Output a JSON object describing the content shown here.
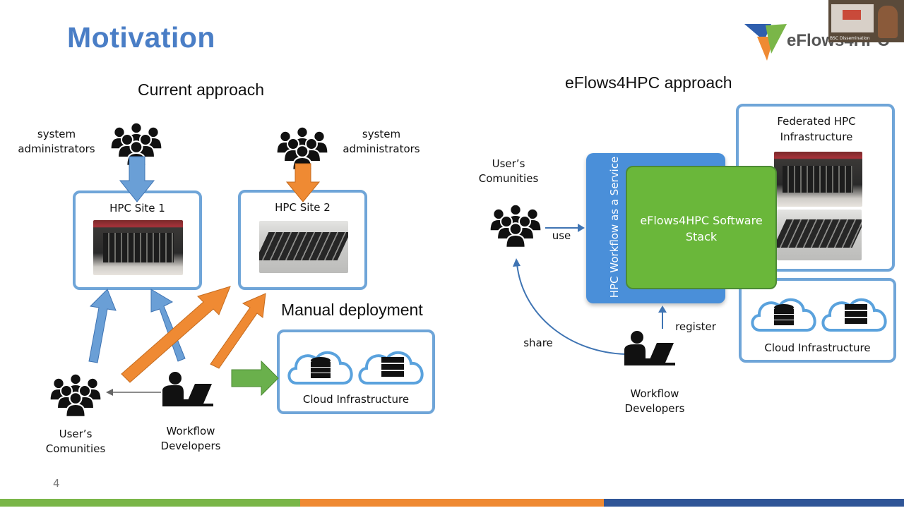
{
  "slide": {
    "title": "Motivation",
    "page_number": "4"
  },
  "current": {
    "heading": "Current approach",
    "sysadmin_left": "system administrators",
    "sysadmin_right": "system administrators",
    "site1": "HPC Site 1",
    "site2": "HPC Site 2",
    "manual_deployment": "Manual deployment",
    "cloud": "Cloud Infrastructure",
    "users": "User’s Comunities",
    "developers": "Workflow Developers"
  },
  "eflows": {
    "heading": "eFlows4HPC approach",
    "federated": "Federated HPC Infrastructure",
    "users": "User’s Comunities",
    "use": "use",
    "share": "share",
    "register": "register",
    "service": "HPC Workflow as a Service",
    "stack": "eFlows4HPC Software Stack",
    "cloud": "Cloud Infrastructure",
    "developers": "Workflow Developers"
  },
  "logo": {
    "text": "eFlows4HPC"
  },
  "webcam": {
    "caption": "BSC Dissemination"
  },
  "colors": {
    "title_blue": "#4a7ec6",
    "box_blue": "#6fa5d8",
    "arrow_blue": "#6a9fd6",
    "arrow_orange": "#ef8a33",
    "arrow_green": "#6ab04c",
    "stack_green": "#6ab73a",
    "service_blue": "#4a8fd9",
    "footer_green": "#7ab648",
    "footer_orange": "#ef8a33",
    "footer_blue": "#2f5597"
  }
}
